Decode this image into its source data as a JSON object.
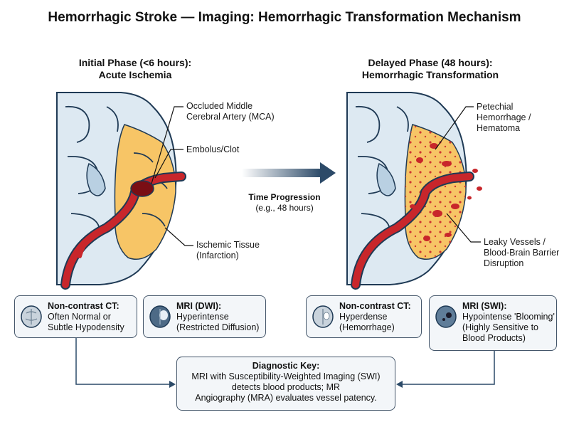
{
  "title": "Hemorrhagic Stroke — Imaging: Hemorrhagic Transformation Mechanism",
  "left_phase": {
    "line1": "Initial Phase (<6 hours):",
    "line2": "Acute Ischemia"
  },
  "right_phase": {
    "line1": "Delayed Phase (48 hours):",
    "line2": "Hemorrhagic Transformation"
  },
  "left_labels": {
    "mca1": "Occluded Middle",
    "mca2": "Cerebral Artery (MCA)",
    "clot": "Embolus/Clot",
    "isch1": "Ischemic Tissue",
    "isch2": "(Infarction)"
  },
  "right_labels": {
    "pet1": "Petechial",
    "pet2": "Hemorrhage /",
    "pet3": "Hematoma",
    "leak1": "Leaky Vessels /",
    "leak2": "Blood-Brain Barrier",
    "leak3": "Disruption"
  },
  "arrow": {
    "line1": "Time Progression",
    "line2": "(e.g., 48 hours)"
  },
  "boxes": {
    "ct_left": {
      "title": "Non-contrast CT:",
      "l1": "Often Normal or",
      "l2": "Subtle Hypodensity"
    },
    "mri_left": {
      "title": "MRI (DWI):",
      "l1": "Hyperintense",
      "l2": "(Restricted Diffusion)"
    },
    "ct_right": {
      "title": "Non-contrast CT:",
      "l1": "Hyperdense",
      "l2": "(Hemorrhage)"
    },
    "mri_right": {
      "title": "MRI (SWI):",
      "l1": "Hypointense 'Blooming'",
      "l2": "(Highly Sensitive to",
      "l3": "Blood Products)"
    }
  },
  "key": {
    "title": "Diagnostic Key:",
    "l1": "MRI with Susceptibility-Weighted Imaging (SWI)",
    "l2": "detects blood products; MR",
    "l3": "Angiography (MRA) evaluates vessel patency."
  },
  "colors": {
    "artery": "#c8262b",
    "ischemia": "#f7c566",
    "brain": "#dde9f2",
    "outline": "#1f3a55",
    "box_border": "#44566a"
  }
}
